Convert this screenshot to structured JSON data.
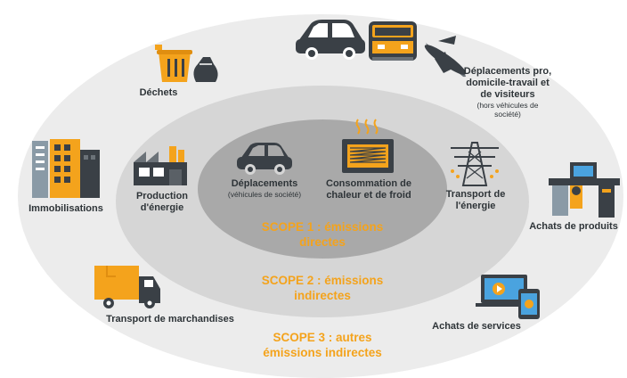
{
  "scopes": {
    "scope1": {
      "line1": "SCOPE 1 : émissions",
      "line2": "directes"
    },
    "scope2": {
      "line1": "SCOPE 2 : émissions",
      "line2": "indirectes"
    },
    "scope3": {
      "line1": "SCOPE 3 : autres",
      "line2": "émissions indirectes"
    }
  },
  "scope1_items": {
    "deplacements": {
      "line1": "Déplacements",
      "line2": "(véhicules de société)"
    },
    "consommation": {
      "line1": "Consommation de",
      "line2": "chaleur et de froid"
    }
  },
  "scope2_items": {
    "production": {
      "line1": "Production",
      "line2": "d'énergie"
    },
    "transport_energie": {
      "line1": "Transport de",
      "line2": "l'énergie"
    }
  },
  "scope3_items": {
    "dechets": "Déchets",
    "deplacements_pro": {
      "line1": "Déplacements pro,",
      "line2": "domicile-travail et",
      "line3": "de visiteurs",
      "note1": "(hors véhicules de",
      "note2": "société)"
    },
    "immobilisations": "Immobilisations",
    "achats_produits": "Achats de produits",
    "transport_marchandises": "Transport de marchandises",
    "achats_services": "Achats de services"
  },
  "colors": {
    "outer": "#ececec",
    "middle": "#d6d6d6",
    "inner": "#a9a9a9",
    "accent": "#f4a31c",
    "dark": "#3a4046"
  }
}
